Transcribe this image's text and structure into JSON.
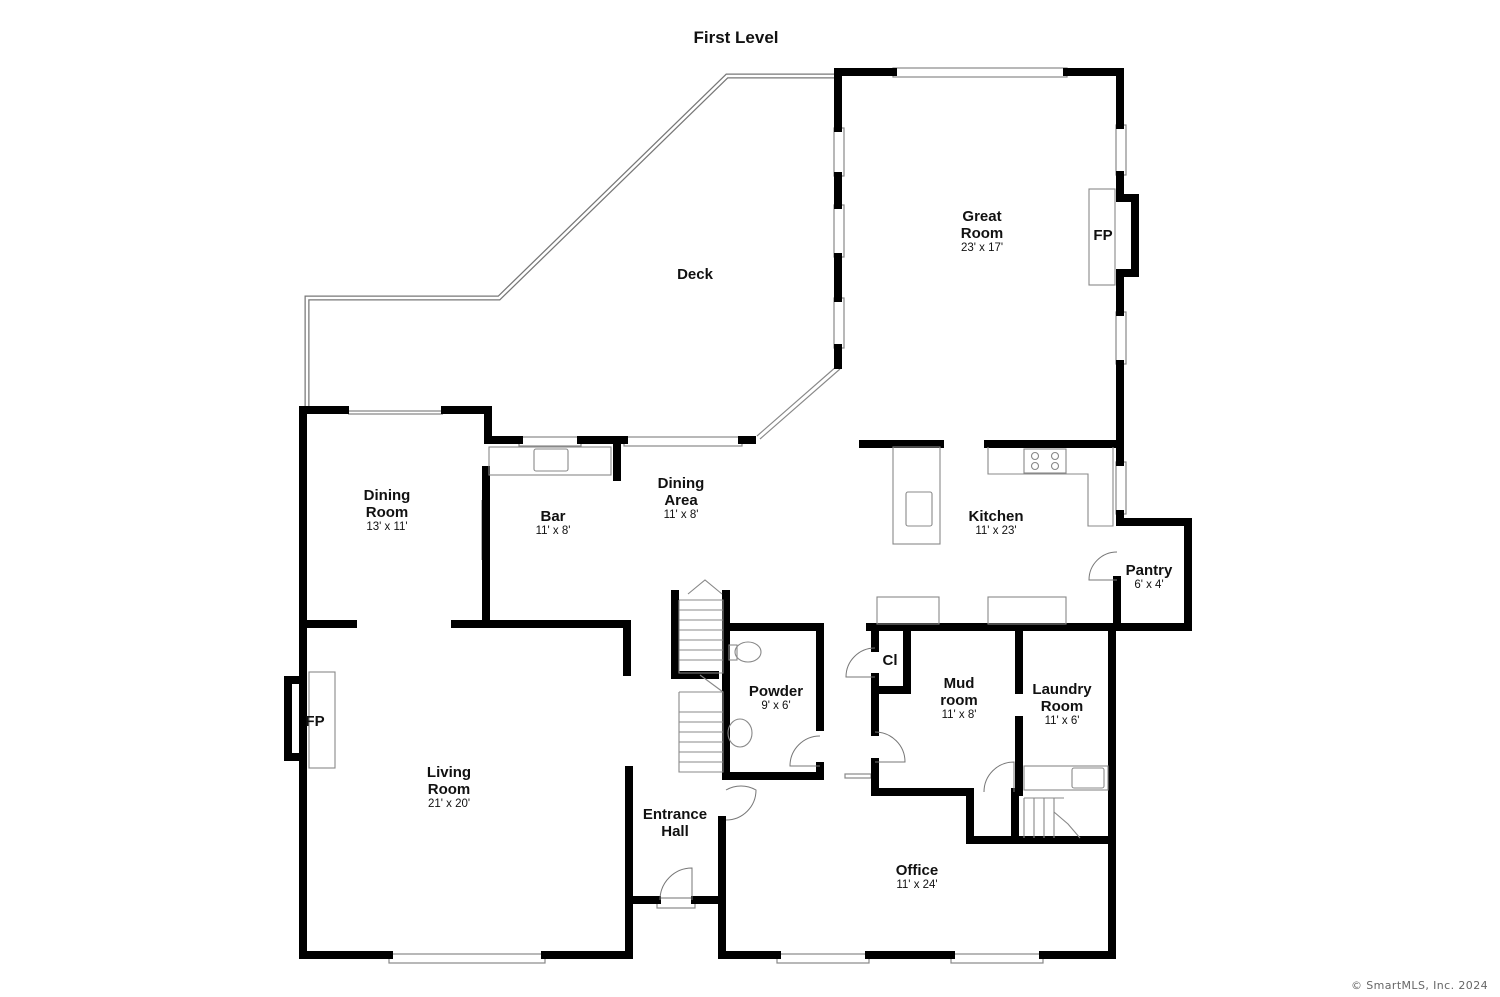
{
  "title": "First Level",
  "copyright": "© SmartMLS, Inc. 2024",
  "colors": {
    "wall": "#000000",
    "background": "#ffffff",
    "fixture": "#888888"
  },
  "fireplace_label": "FP",
  "rooms": {
    "great_room": {
      "name": [
        "Great",
        "Room"
      ],
      "dims": "23' x 17'"
    },
    "deck": {
      "name": [
        "Deck"
      ],
      "dims": ""
    },
    "dining_room": {
      "name": [
        "Dining",
        "Room"
      ],
      "dims": "13' x 11'"
    },
    "bar": {
      "name": [
        "Bar"
      ],
      "dims": "11' x 8'"
    },
    "dining_area": {
      "name": [
        "Dining",
        "Area"
      ],
      "dims": "11' x 8'"
    },
    "kitchen": {
      "name": [
        "Kitchen"
      ],
      "dims": "11' x 23'"
    },
    "pantry": {
      "name": [
        "Pantry"
      ],
      "dims": "6' x 4'"
    },
    "closet": {
      "name": [
        "Cl"
      ],
      "dims": ""
    },
    "powder": {
      "name": [
        "Powder"
      ],
      "dims": "9' x 6'"
    },
    "mud_room": {
      "name": [
        "Mud",
        "room"
      ],
      "dims": "11' x 8'"
    },
    "laundry_room": {
      "name": [
        "Laundry",
        "Room"
      ],
      "dims": "11' x 6'"
    },
    "living_room": {
      "name": [
        "Living",
        "Room"
      ],
      "dims": "21' x 20'"
    },
    "entrance_hall": {
      "name": [
        "Entrance",
        "Hall"
      ],
      "dims": ""
    },
    "office": {
      "name": [
        "Office"
      ],
      "dims": "11' x 24'"
    }
  }
}
